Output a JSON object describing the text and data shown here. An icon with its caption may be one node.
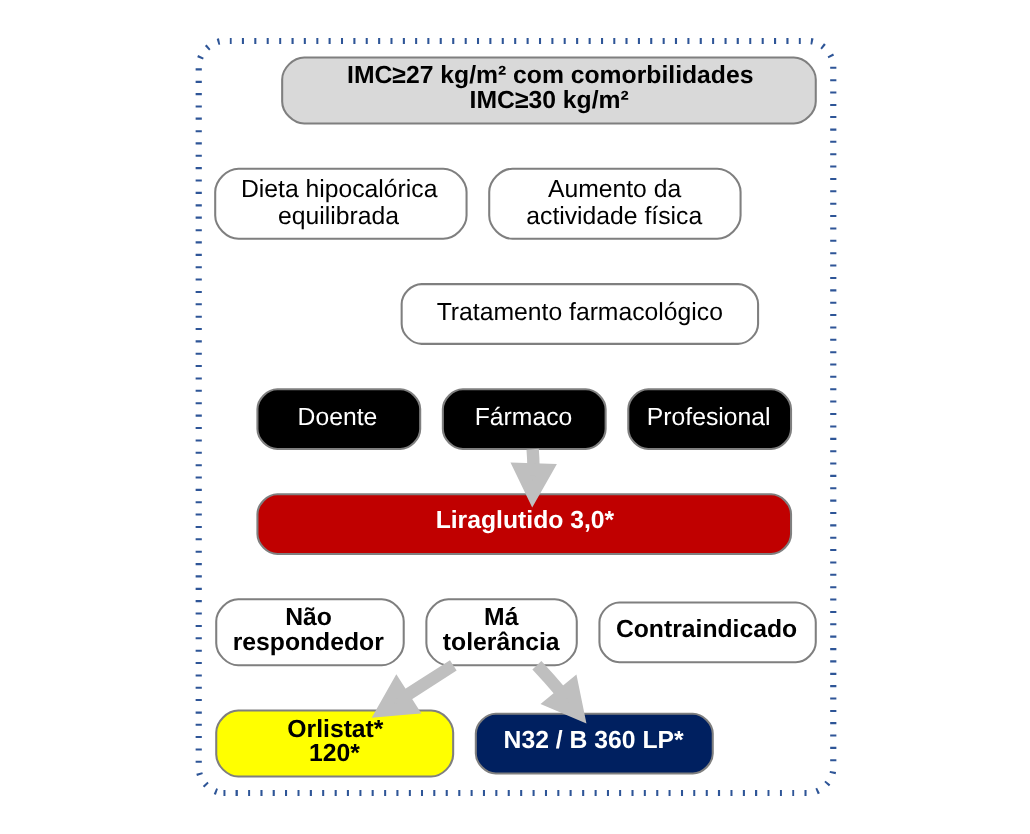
{
  "diagram": {
    "nodes": [
      {
        "text": [],
        "shape": "box"
      },
      {
        "text": [
          "IMC≥27 kg/m² com comorbilidades",
          "IMC≥30 kg/m²"
        ],
        "in": 0
      },
      {
        "text": [
          "Dieta hipocalórica equilibrada"
        ],
        "in": 0
      },
      {
        "text": [
          "Aumento da actividade física"
        ],
        "in": 0
      },
      {
        "text": [
          "Tratamento farmacológico"
        ],
        "in": 0
      },
      {
        "text": [
          "Doente"
        ],
        "in": 0
      },
      {
        "text": [
          "Fármaco"
        ],
        "in": 0
      },
      {
        "text": [
          "Profesional"
        ],
        "in": 0
      },
      {
        "text": [
          "Liraglutido 3,0*"
        ],
        "in": 0
      },
      {
        "text": [
          "Não respondedor"
        ],
        "in": 0
      },
      {
        "text": [
          "Má tolerância"
        ],
        "in": 0
      },
      {
        "text": [
          "Contraindicado"
        ],
        "in": 0
      },
      {
        "text": [
          "Orlistat* 120*"
        ],
        "in": 0
      },
      {
        "text": [
          "N32 / B 360 LP*"
        ],
        "in": 0
      }
    ],
    "edges": [
      {
        "from": 6,
        "to": 8,
        "arrow": "to"
      },
      {
        "from": 10,
        "to": 12,
        "arrow": "to"
      },
      {
        "from": 10,
        "to": 13,
        "arrow": "to"
      }
    ]
  }
}
